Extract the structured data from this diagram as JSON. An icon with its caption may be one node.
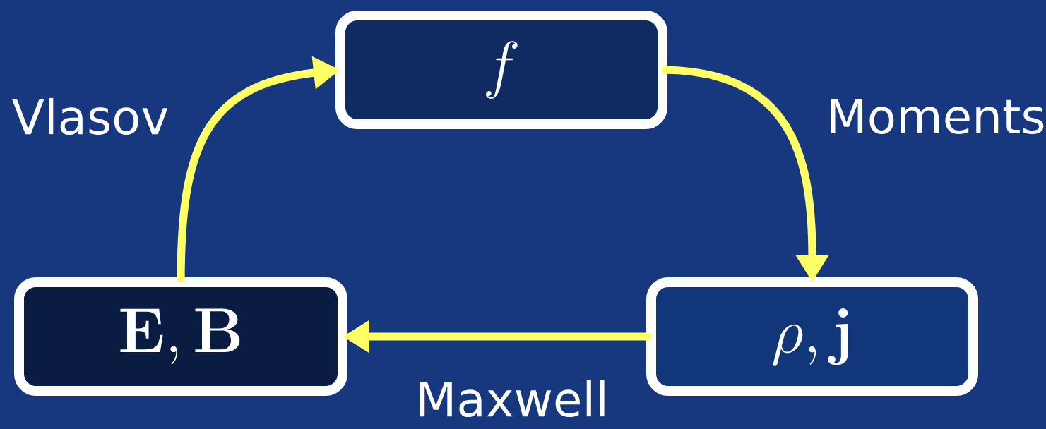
{
  "diagram": {
    "nodes": [
      {
        "text": [
          "f"
        ]
      },
      {
        "text": [
          "\\rho, \\mathbf{j}"
        ]
      },
      {
        "text": [
          "\\mathbf{E}, \\mathbf{B}"
        ]
      }
    ],
    "edges": [
      {
        "from": 0,
        "to": 1,
        "arrow": "to",
        "label": "Moments"
      },
      {
        "from": 1,
        "to": 2,
        "arrow": "to",
        "label": "Maxwell"
      },
      {
        "from": 2,
        "to": 0,
        "arrow": "to",
        "label": "Vlasov"
      }
    ]
  }
}
